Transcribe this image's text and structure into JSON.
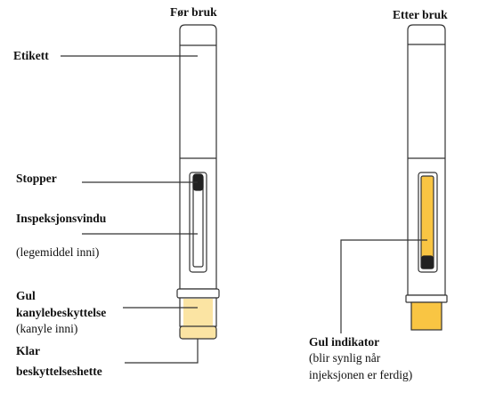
{
  "headings": {
    "before": "Før bruk",
    "after": "Etter bruk"
  },
  "labels": {
    "etikett": "Etikett",
    "stopper": "Stopper",
    "inspection_window": "Inspeksjonsvindu",
    "inspection_window_note": "(legemiddel inni)",
    "yellow_needle_guard_1": "Gul",
    "yellow_needle_guard_2": "kanylebeskyttelse",
    "yellow_needle_guard_note": "(kanyle inni)",
    "clear_cap_1": "Klar",
    "clear_cap_2": "beskyttelseshette",
    "yellow_indicator": "Gul indikator",
    "yellow_indicator_note_1": "(blir synlig når",
    "yellow_indicator_note_2": "injeksjonen er ferdig)"
  },
  "colors": {
    "outline": "#333333",
    "yellow": "#f9c543",
    "pale_yellow": "#fbe4a3",
    "stopper": "#222222"
  }
}
